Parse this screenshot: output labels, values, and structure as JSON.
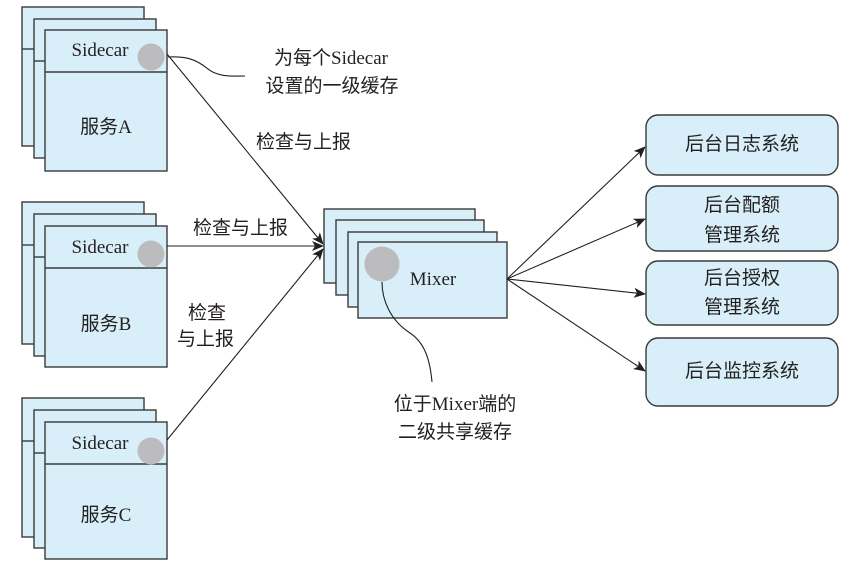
{
  "services": [
    {
      "id": "A",
      "sidecar_label": "Sidecar",
      "service_label": "服务A"
    },
    {
      "id": "B",
      "sidecar_label": "Sidecar",
      "service_label": "服务B"
    },
    {
      "id": "C",
      "sidecar_label": "Sidecar",
      "service_label": "服务C"
    }
  ],
  "mixer": {
    "label": "Mixer"
  },
  "edge_labels": {
    "a_to_mixer": "检查与上报",
    "b_to_mixer": "检查与上报",
    "c_to_mixer_line1": "检查",
    "c_to_mixer_line2": "与上报"
  },
  "annotations": {
    "sidecar_cache_line1": "为每个Sidecar",
    "sidecar_cache_line2": "设置的一级缓存",
    "mixer_cache_line1": "位于Mixer端的",
    "mixer_cache_line2": "二级共享缓存"
  },
  "backends": [
    {
      "line1": "后台日志系统",
      "line2": ""
    },
    {
      "line1": "后台配额",
      "line2": "管理系统"
    },
    {
      "line1": "后台授权",
      "line2": "管理系统"
    },
    {
      "line1": "后台监控系统",
      "line2": ""
    }
  ],
  "colors": {
    "box_fill": "#d8eff9",
    "stroke": "#3a3a3a",
    "cache_circle": "#bcbcbe"
  }
}
